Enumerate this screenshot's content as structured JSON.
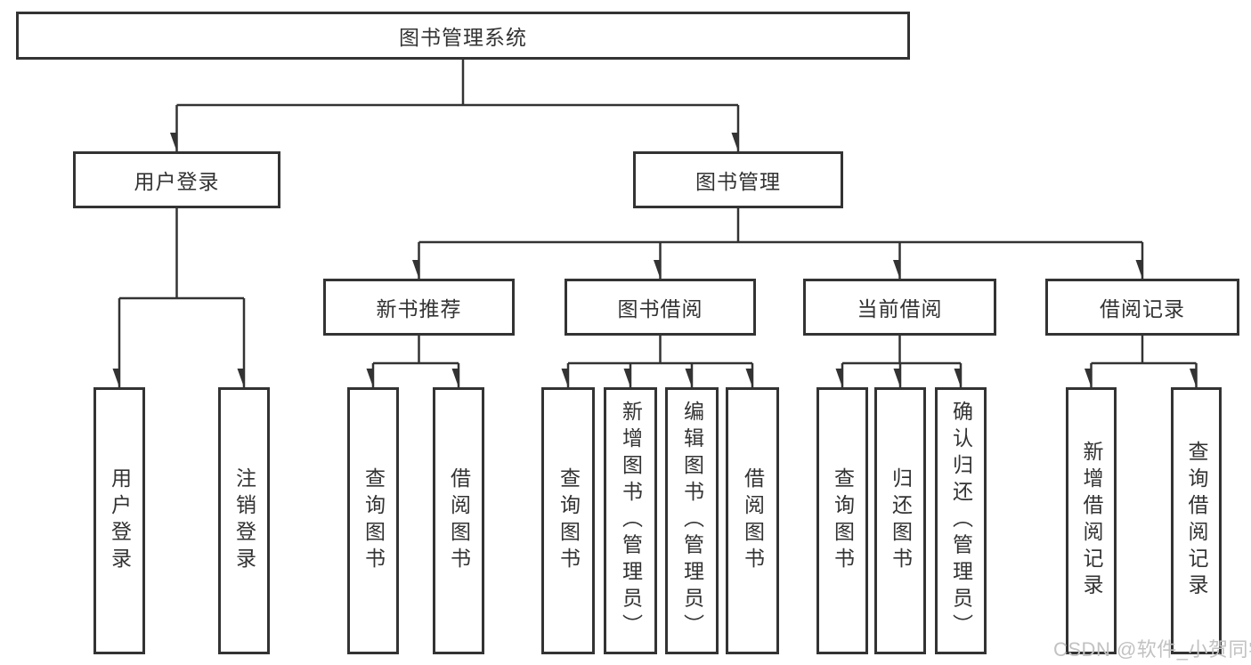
{
  "diagram": {
    "root": {
      "label": "图书管理系统"
    },
    "level2": [
      {
        "label": "用户登录"
      },
      {
        "label": "图书管理"
      }
    ],
    "level3": [
      {
        "label": "新书推荐"
      },
      {
        "label": "图书借阅"
      },
      {
        "label": "当前借阅"
      },
      {
        "label": "借阅记录"
      }
    ],
    "leaves": [
      {
        "label": "用户登录"
      },
      {
        "label": "注销登录"
      },
      {
        "label": "查询图书"
      },
      {
        "label": "借阅图书"
      },
      {
        "label": "查询图书"
      },
      {
        "label": "新增图书（管理员）"
      },
      {
        "label": "编辑图书（管理员）"
      },
      {
        "label": "借阅图书"
      },
      {
        "label": "查询图书"
      },
      {
        "label": "归还图书"
      },
      {
        "label": "确认归还（管理员）"
      },
      {
        "label": "新增借阅记录"
      },
      {
        "label": "查询借阅记录"
      }
    ],
    "watermark": "CSDN @软件_小贺同学",
    "colors": {
      "line": "#333333",
      "text": "#333333",
      "background": "#ffffff",
      "watermark": "#c2c2c2"
    }
  }
}
